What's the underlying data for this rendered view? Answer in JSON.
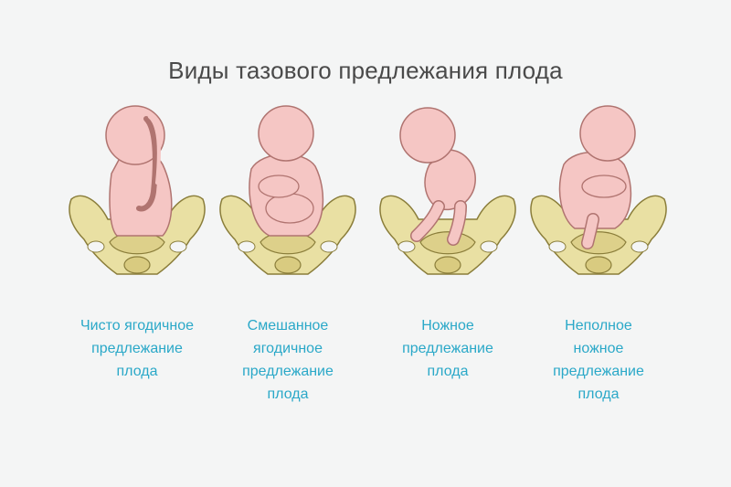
{
  "title": "Виды тазового предлежания плода",
  "colors": {
    "caption": "#2aa8c8",
    "title": "#4a4a4a",
    "skin": "#f5c6c4",
    "skin_outline": "#b07470",
    "pelvis": "#e9e0a3",
    "pelvis_outline": "#8a7d3a"
  },
  "types": [
    {
      "lines": [
        "Чисто ягодичное",
        "предлежание",
        "плода"
      ]
    },
    {
      "lines": [
        "Смешанное",
        "ягодичное",
        "предлежание",
        "плода"
      ]
    },
    {
      "lines": [
        "Ножное",
        "предлежание",
        "плода"
      ]
    },
    {
      "lines": [
        "Неполное",
        "ножное",
        "предлежание",
        "плода"
      ]
    }
  ]
}
